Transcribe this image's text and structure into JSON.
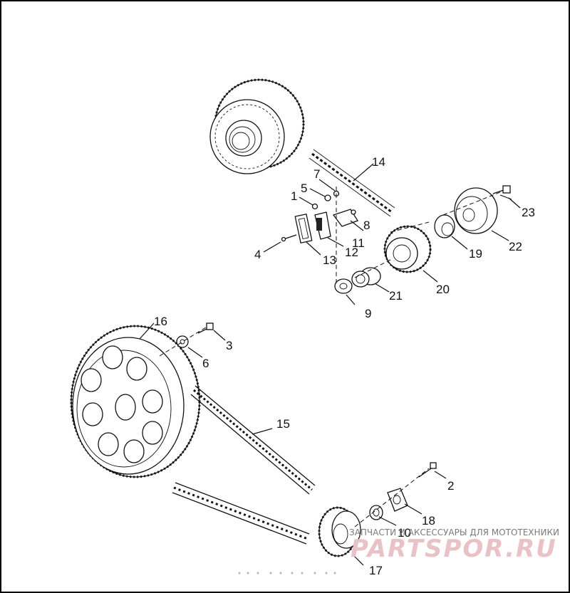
{
  "diagram": {
    "callouts": [
      "1",
      "2",
      "3",
      "4",
      "5",
      "6",
      "7",
      "8",
      "9",
      "10",
      "11",
      "12",
      "13",
      "14",
      "15",
      "16",
      "17",
      "18",
      "19",
      "20",
      "21",
      "22",
      "23"
    ]
  },
  "watermark": {
    "tagline": "ЗАПЧАСТИ И АКСЕССУАРЫ ДЛЯ МОТОТЕХНИКИ",
    "logo": "PARTSPOR.RU"
  },
  "colors": {
    "line": "#111111",
    "watermark_logo": "#e8c2c5",
    "watermark_text": "#7a7a7a"
  }
}
